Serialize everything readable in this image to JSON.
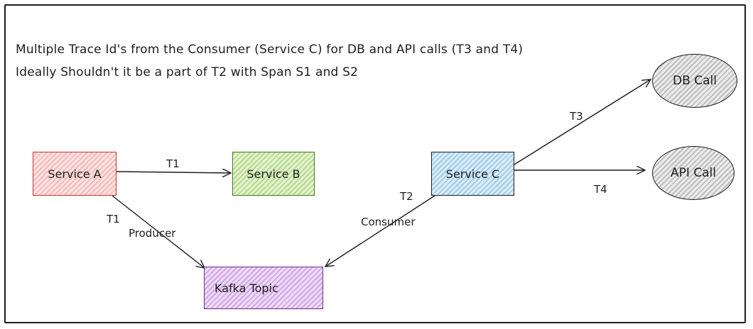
{
  "notes": {
    "line1": "Multiple Trace Id's from the Consumer (Service C) for DB and API calls (T3 and T4)",
    "line2": "Ideally Shouldn't it be a part of T2 with Span S1 and S2"
  },
  "nodes": {
    "service_a": "Service A",
    "service_b": "Service B",
    "service_c": "Service C",
    "kafka_topic": "Kafka Topic",
    "db_call": "DB Call",
    "api_call": "API Call"
  },
  "edge_labels": {
    "a_to_b": "T1",
    "a_to_kafka_trace": "T1",
    "a_to_kafka_role": "Producer",
    "c_to_kafka_trace": "T2",
    "c_to_kafka_role": "Consumer",
    "c_to_db": "T3",
    "c_to_api": "T4"
  },
  "colors": {
    "service_a": "#f7b7b7",
    "service_b": "#b5d98a",
    "service_c": "#9fcbea",
    "kafka_topic": "#cfa6e6",
    "calls": "#bdbdbd",
    "stroke": "#1e1e1e"
  }
}
